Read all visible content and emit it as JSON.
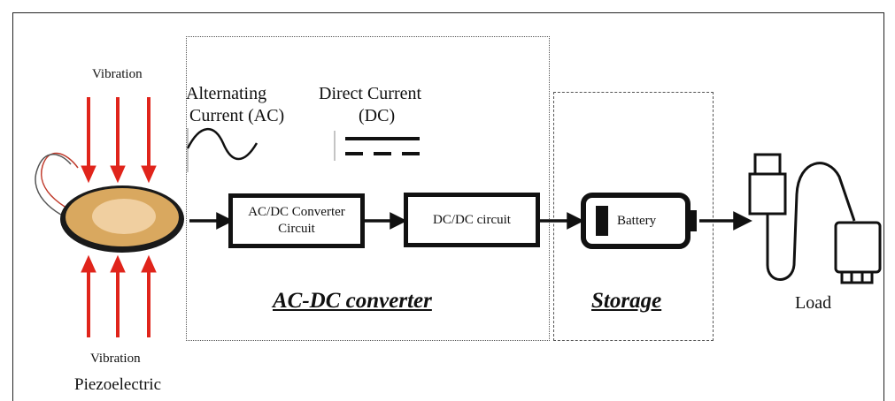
{
  "labels": {
    "vibration_top": "Vibration",
    "vibration_bottom": "Vibration",
    "piezoelectric": "Piezoelectric",
    "ac_line1": "Alternating",
    "ac_line2": "Current (AC)",
    "dc_line1": "Direct Current",
    "dc_line2": "(DC)",
    "ac_dc_block": "AC/DC Converter Circuit",
    "ac_dc_block_line1": "AC/DC Converter",
    "ac_dc_block_line2": "Circuit",
    "dc_dc_block": "DC/DC circuit",
    "battery": "Battery",
    "ac_dc_section": "AC-DC converter",
    "storage_section": "Storage",
    "load": "Load"
  },
  "colors": {
    "arrow_red": "#e0241b",
    "line": "#111111",
    "dashed_border": "#555555",
    "piezo_disc": "#d9a85f",
    "piezo_center": "#f0cfa0",
    "piezo_rim": "#1a1a1a"
  },
  "icons": {
    "vibration_arrows": "red-down-arrows",
    "piezo": "piezoelectric-disc",
    "ac_wave": "sine-wave-icon",
    "dc_symbol": "dc-symbol-icon",
    "battery": "battery-icon",
    "load": "usb-cable-icon"
  }
}
